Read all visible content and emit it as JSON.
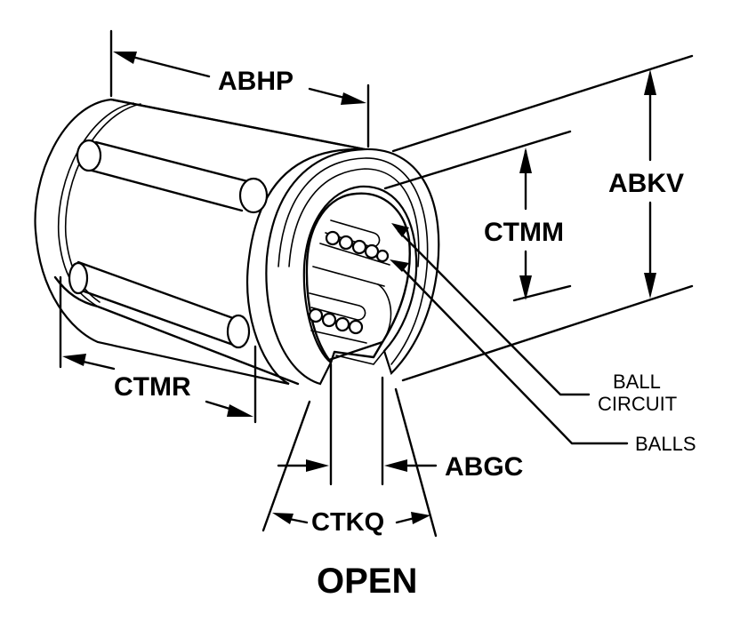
{
  "diagram": {
    "subject": "linear ball bearing, open type",
    "title": "OPEN",
    "dimensions": {
      "abhp": "ABHP",
      "abkv": "ABKV",
      "ctmm": "CTMM",
      "ctmr": "CTMR",
      "abgc": "ABGC",
      "ctkq": "CTKQ"
    },
    "callouts": {
      "ball_circuit_line1": "BALL",
      "ball_circuit_line2": "CIRCUIT",
      "balls": "BALLS"
    },
    "colors": {
      "ink": "#000000",
      "paper": "#ffffff"
    }
  }
}
